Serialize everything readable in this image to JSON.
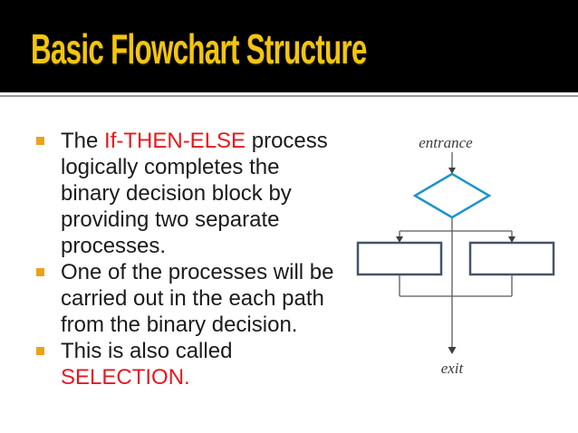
{
  "slide": {
    "title": "Basic Flowchart Structure",
    "bullets": [
      {
        "runs": [
          {
            "text": "The ",
            "style": "default"
          },
          {
            "text": "If-THEN-ELSE",
            "style": "red"
          },
          {
            "text": " process logically completes the binary decision block by providing two separate processes.",
            "style": "default"
          }
        ]
      },
      {
        "runs": [
          {
            "text": "One of the processes will be carried out in the each path from the binary decision.",
            "style": "default"
          }
        ]
      },
      {
        "runs": [
          {
            "text": "This is also called ",
            "style": "default"
          },
          {
            "text": "SELECTION.",
            "style": "red"
          }
        ]
      }
    ],
    "diagram": {
      "entrance_label": "entrance",
      "exit_label": "exit"
    },
    "colors": {
      "header_bg": "#000000",
      "title": "#F3C511",
      "emphasis_red": "#E5191E",
      "bullet_marker": "#E8A21D",
      "diamond_stroke": "#1E94C8",
      "box_stroke": "#44546A",
      "flow_line": "#5B5B5B"
    }
  }
}
